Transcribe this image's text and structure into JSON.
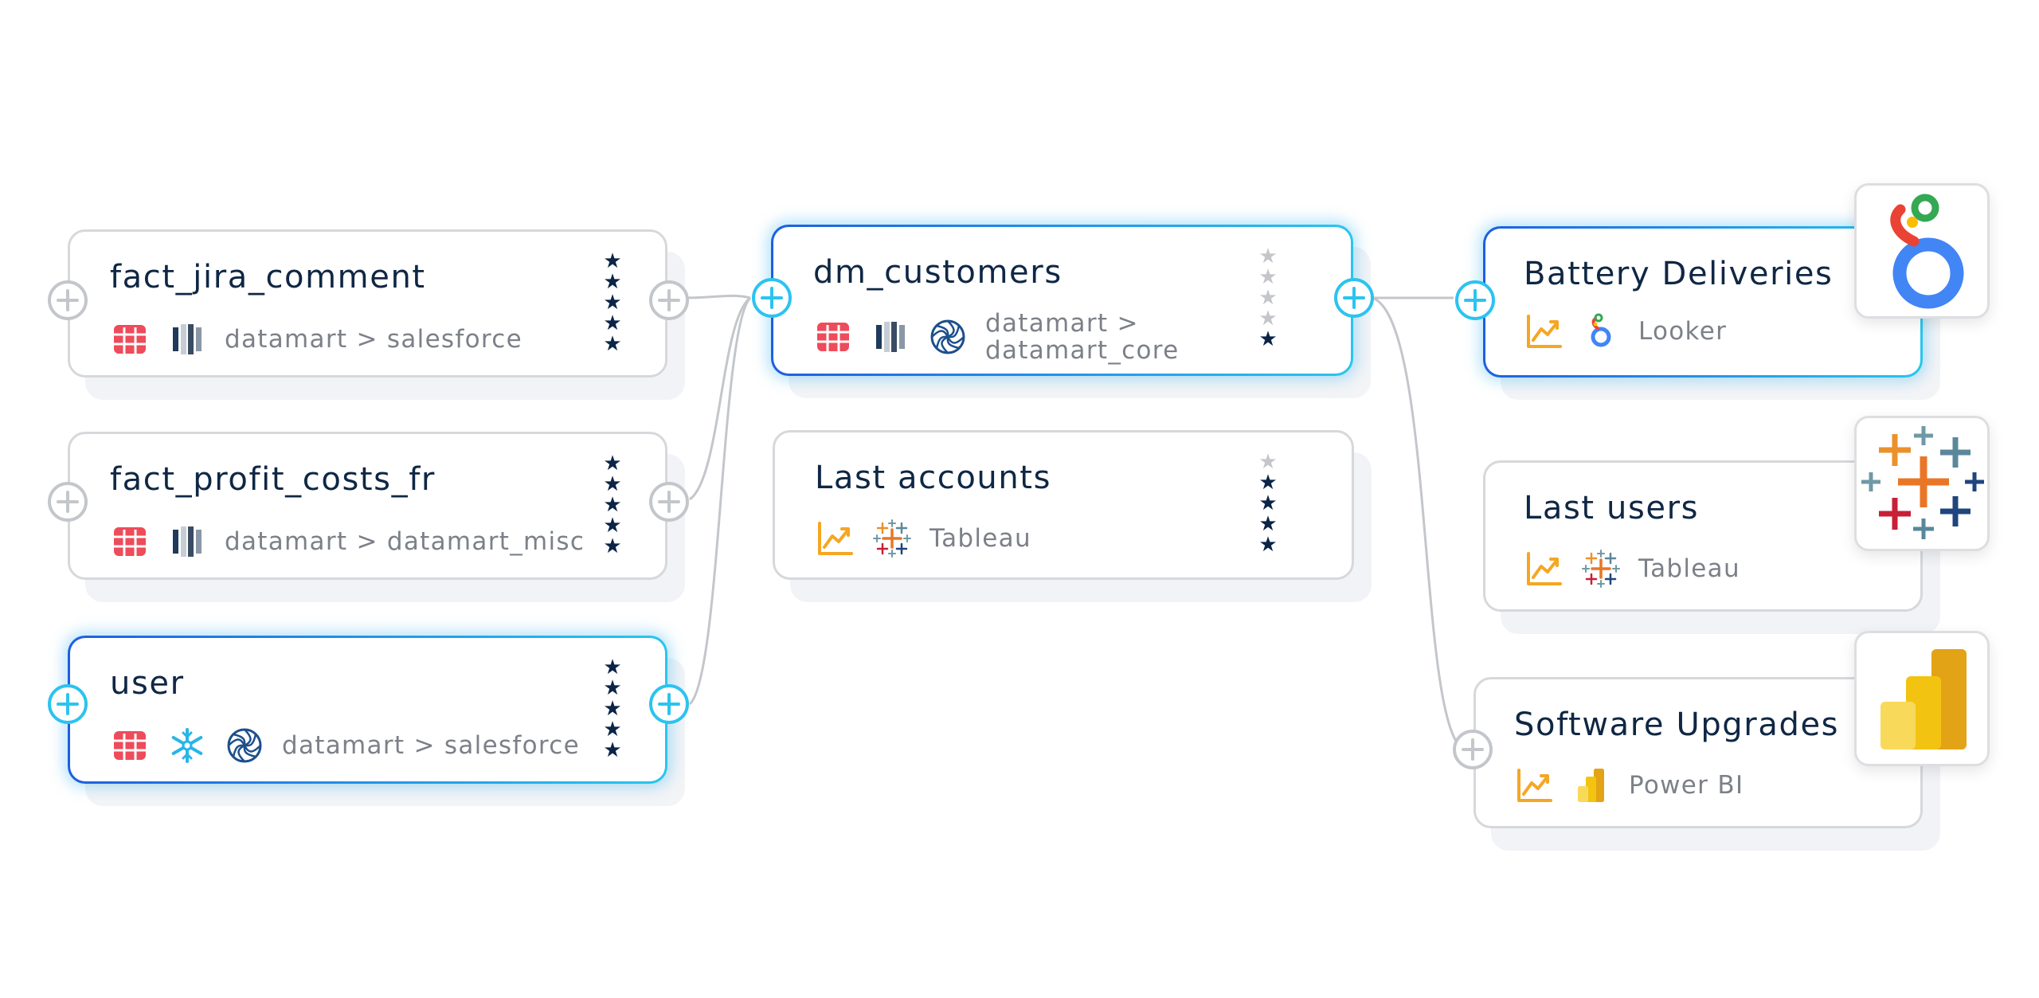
{
  "colors": {
    "accent_start": "#1e5fe0",
    "accent_end": "#28c6ee",
    "port_active": "#2cc3ef",
    "port_inactive": "#c3c6ca",
    "star_on": "#0b2447",
    "star_off": "#c4c6ca",
    "table_icon": "#ee4b5b",
    "chart_icon": "#f5a623"
  },
  "nodes": {
    "fact_jira_comment": {
      "title": "fact_jira_comment",
      "path": "datamart > salesforce",
      "rating": 5,
      "icons": [
        "table-icon",
        "redshift-icon"
      ]
    },
    "fact_profit_costs_fr": {
      "title": "fact_profit_costs_fr",
      "path": "datamart > datamart_misc",
      "rating": 5,
      "icons": [
        "table-icon",
        "redshift-icon"
      ]
    },
    "user": {
      "title": "user",
      "path": "datamart > salesforce",
      "rating": 5,
      "icons": [
        "table-icon",
        "snowflake-icon",
        "dbt-spiral-icon"
      ]
    },
    "dm_customers": {
      "title": "dm_customers",
      "path": "datamart >\ndatamart_core",
      "rating": 1,
      "icons": [
        "table-icon",
        "redshift-icon",
        "dbt-spiral-icon"
      ]
    },
    "last_accounts": {
      "title": "Last accounts",
      "tool": "Tableau",
      "rating": 4,
      "icons": [
        "chart-icon",
        "tableau-icon"
      ]
    },
    "battery_deliveries": {
      "title": "Battery Deliveries",
      "tool": "Looker",
      "icons": [
        "chart-icon",
        "looker-icon"
      ]
    },
    "last_users": {
      "title": "Last users",
      "tool": "Tableau",
      "icons": [
        "chart-icon",
        "tableau-icon"
      ]
    },
    "software_upgrades": {
      "title": "Software Upgrades",
      "tool": "Power BI",
      "icons": [
        "chart-icon",
        "powerbi-icon"
      ]
    }
  },
  "logos": [
    "looker-logo",
    "tableau-logo",
    "powerbi-logo"
  ]
}
